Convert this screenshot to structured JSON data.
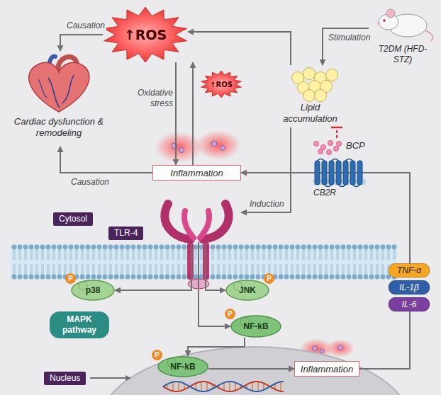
{
  "diagram": {
    "nodes": [
      {
        "text": [
          "↑ROS"
        ]
      },
      {
        "text": [
          "↑ROS"
        ]
      },
      {
        "text": [
          "Cardiac dysfunction & remodeling"
        ]
      },
      {
        "text": [
          "Inflammation"
        ]
      },
      {
        "text": [
          "Lipid accumulation"
        ]
      },
      {
        "text": [
          "T2DM (HFD-STZ)"
        ]
      },
      {
        "text": [
          "BCP",
          "CB2R"
        ]
      },
      {
        "text": [
          "Cytosol"
        ]
      },
      {
        "text": [
          "TLR-4"
        ]
      },
      {
        "text": [
          "P",
          "p38"
        ]
      },
      {
        "text": [
          "JNK",
          "P"
        ]
      },
      {
        "text": [
          "P",
          "NF-kB"
        ]
      },
      {
        "text": [
          "MAPK pathway"
        ]
      },
      {
        "text": [
          "Nucleus"
        ]
      },
      {
        "text": [
          "P",
          "NF-kB"
        ]
      },
      {
        "text": [
          "Inflammation"
        ]
      },
      {
        "text": [
          "TNF-α"
        ]
      },
      {
        "text": [
          "IL-1β"
        ]
      },
      {
        "text": [
          "IL-6"
        ]
      }
    ],
    "edges": [
      {
        "from": 0,
        "to": 2,
        "arrow": "to",
        "label": "Causation"
      },
      {
        "from": 3,
        "to": 2,
        "arrow": "to",
        "label": "Causation"
      },
      {
        "from": 0,
        "to": 3,
        "arrow": "to",
        "label": "Oxidative stress"
      },
      {
        "from": 3,
        "to": 0,
        "arrow": "to"
      },
      {
        "from": 5,
        "to": 4,
        "arrow": "to",
        "label": "Stimulation"
      },
      {
        "from": 6,
        "to": 4,
        "arrow": "none"
      },
      {
        "from": 4,
        "to": 0,
        "arrow": "to"
      },
      {
        "from": 4,
        "to": 8,
        "arrow": "to",
        "label": "Induction"
      },
      {
        "from": 8,
        "to": 9,
        "arrow": "to"
      },
      {
        "from": 8,
        "to": 10,
        "arrow": "to"
      },
      {
        "from": 8,
        "to": 11,
        "arrow": "to"
      },
      {
        "from": 11,
        "to": 14,
        "arrow": "to"
      },
      {
        "from": 14,
        "to": 15,
        "arrow": "to"
      },
      {
        "from": 15,
        "to": 18,
        "arrow": "none"
      },
      {
        "from": 16,
        "to": 3,
        "arrow": "to"
      }
    ]
  }
}
